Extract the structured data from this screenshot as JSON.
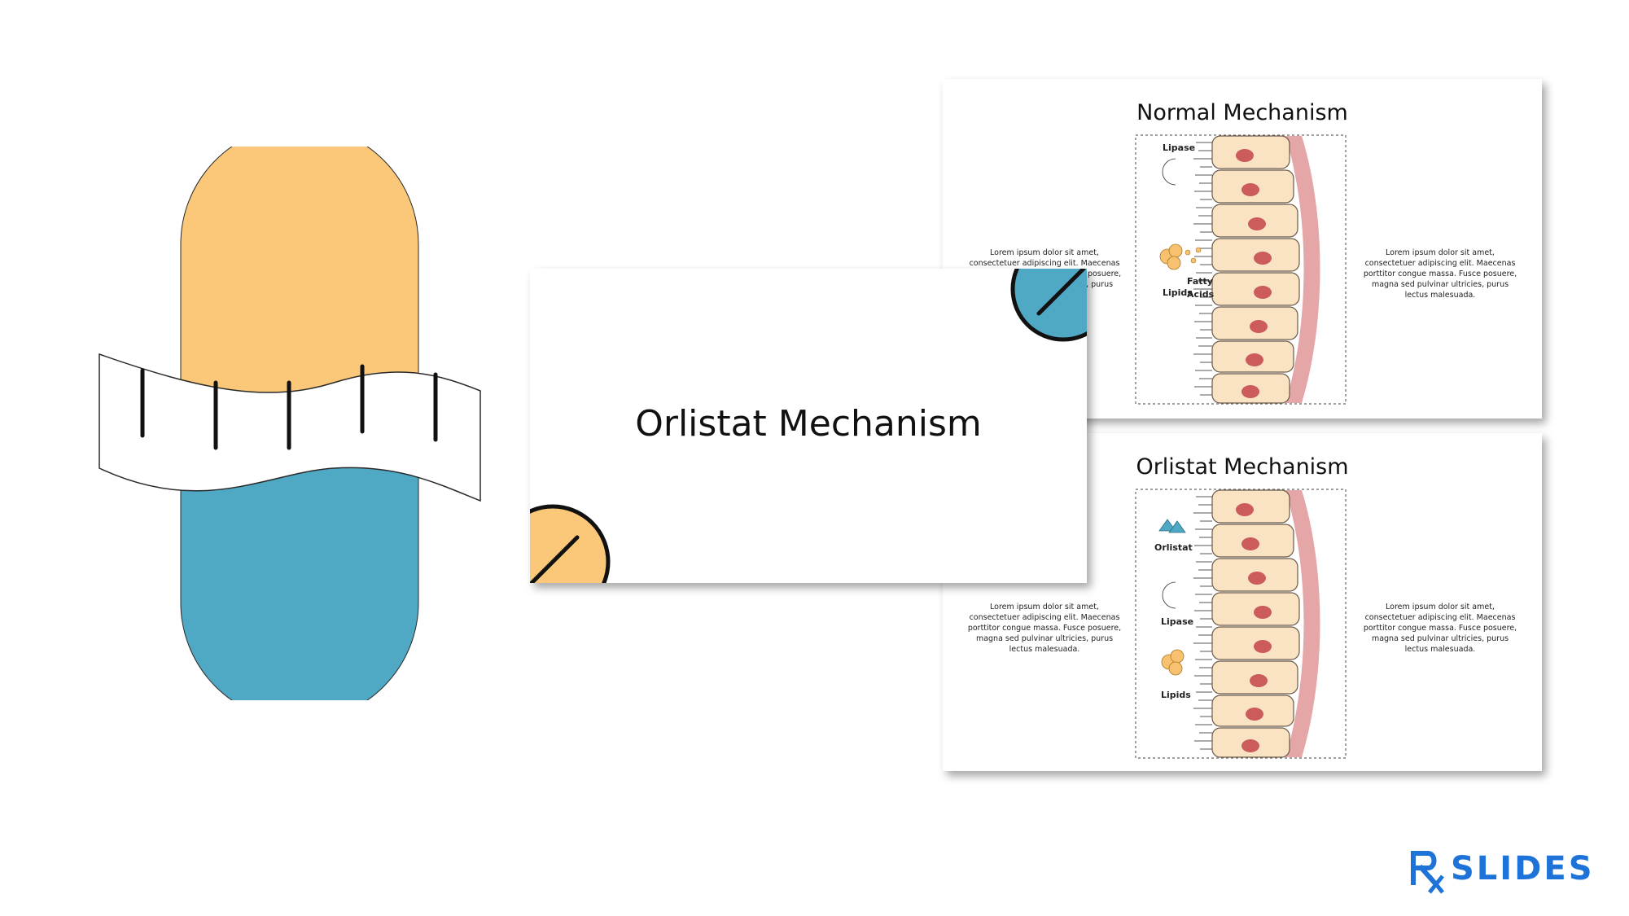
{
  "title_slide": {
    "title": "Orlistat Mechanism"
  },
  "slide_normal": {
    "title": "Normal Mechanism",
    "left_text": "Lorem ipsum dolor sit amet, consectetuer adipiscing elit. Maecenas porttitor congue massa. Fusce posuere, magna sed pulvinar ultricies, purus lectus malesuada.",
    "right_text": "Lorem ipsum dolor sit amet, consectetuer adipiscing elit. Maecenas porttitor congue massa. Fusce posuere, magna sed pulvinar ultricies, purus lectus malesuada.",
    "labels": {
      "lipase": "Lipase",
      "lipids": "Lipids",
      "fatty": "Fatty",
      "acids": "Acids"
    }
  },
  "slide_orlistat": {
    "title": "Orlistat Mechanism",
    "left_text": "Lorem ipsum dolor sit amet, consectetuer adipiscing elit. Maecenas porttitor congue massa. Fusce posuere, magna sed pulvinar ultricies, purus lectus malesuada.",
    "right_text": "Lorem ipsum dolor sit amet, consectetuer adipiscing elit. Maecenas porttitor congue massa. Fusce posuere, magna sed pulvinar ultricies, purus lectus malesuada.",
    "labels": {
      "orlistat": "Orlistat",
      "lipase": "Lipase",
      "lipids": "Lipids"
    }
  },
  "brand": {
    "rx": "Rx",
    "name": "SLIDES"
  },
  "colors": {
    "capsule_top": "#FAC878",
    "capsule_bottom": "#4FA8C4",
    "cell_fill": "#F9E3C3",
    "nucleus": "#CC5B5B",
    "wall": "#E4A6A6",
    "brand_blue": "#1E73D8"
  }
}
